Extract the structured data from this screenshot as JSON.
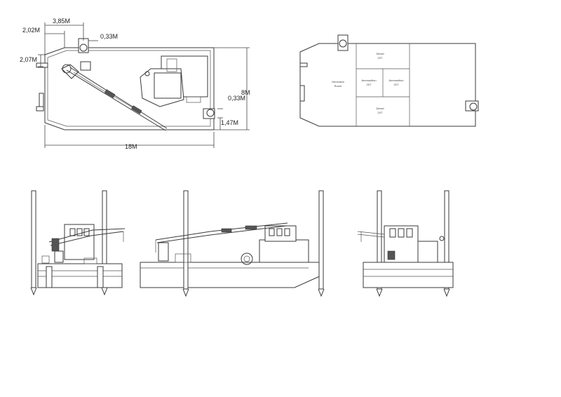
{
  "dimensions": {
    "d_385": "3,85M",
    "d_202": "2,02M",
    "d_033_top": "0,33M",
    "d_207": "2,07M",
    "d_8": "8M",
    "d_033_side": "0,33M",
    "d_147": "1,47M",
    "d_18": "18M"
  },
  "rooms": {
    "generator": [
      "Generator",
      "Room"
    ],
    "ammo1": [
      "Ammunition",
      "20T"
    ],
    "ammo2": [
      "Ammunition",
      "20T"
    ],
    "diesel1": [
      "Diesel",
      "20T"
    ],
    "diesel2": [
      "Diesel",
      "20T"
    ]
  }
}
